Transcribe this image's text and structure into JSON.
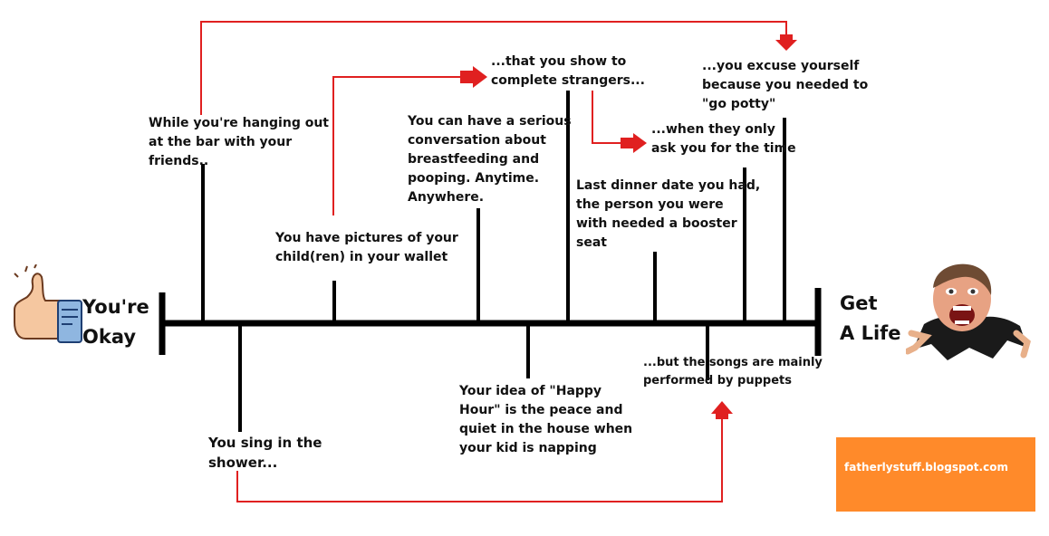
{
  "scale": {
    "left_label": "You're\nOkay",
    "right_label": "Get\nA Life"
  },
  "notes": {
    "bar": "While you're hanging out\nat the bar with your\nfriends..",
    "pictures": "You have pictures of your\nchild(ren) in your wallet",
    "strangers": "...that you show to\ncomplete strangers...",
    "time": "...when they only\nask you for the time",
    "conversation": "You can have a serious\nconversation about\nbreastfeeding and\npooping. Anytime.\nAnywhere.",
    "dinner": "Last dinner date you had,\nthe person you were\nwith needed a booster\nseat",
    "potty": "...you excuse yourself\nbecause you needed to\n\"go potty\"",
    "shower": "You sing in the\nshower...",
    "happy_hour": "Your idea of \"Happy\nHour\" is the peace and\nquiet in the house when\nyour kid is napping",
    "puppets": "...but the songs are mainly\nperformed by puppets"
  },
  "promo": {
    "text": "fatherlystuff.blogspot.com",
    "color": "#ff8a2a"
  },
  "colors": {
    "timeline": "#000000",
    "arrows": "#e02020"
  },
  "icons": {
    "left": "thumbs-up-icon",
    "right": "screaming-woman-image"
  }
}
